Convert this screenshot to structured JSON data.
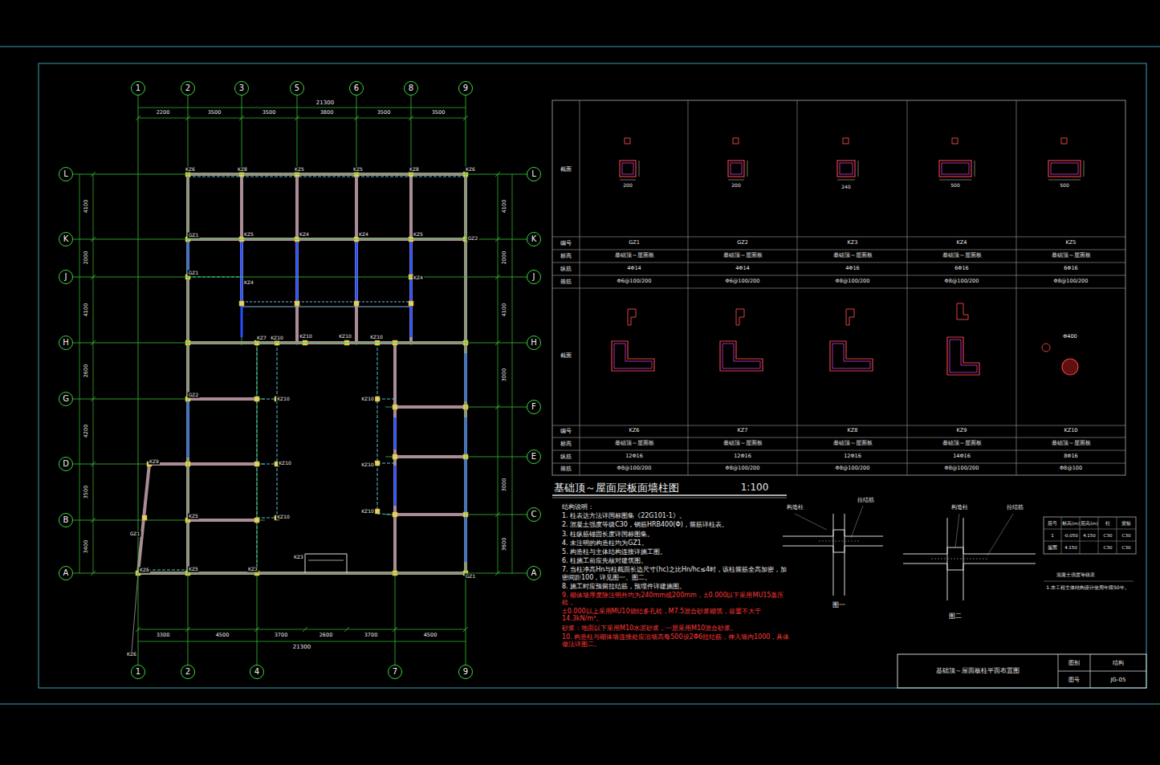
{
  "diagram": {
    "title": "基础顶～屋面层板面墙柱图",
    "nodes": [
      {
        "text": [
          "1"
        ]
      },
      {
        "text": [
          "2"
        ]
      },
      {
        "text": [
          "3"
        ]
      },
      {
        "text": [
          "5"
        ]
      },
      {
        "text": [
          "6"
        ]
      },
      {
        "text": [
          "8"
        ]
      },
      {
        "text": [
          "9"
        ]
      },
      {
        "text": [
          "L"
        ]
      },
      {
        "text": [
          "L"
        ]
      },
      {
        "text": [
          "K"
        ]
      },
      {
        "text": [
          "K"
        ]
      },
      {
        "text": [
          "J"
        ]
      },
      {
        "text": [
          "J"
        ]
      },
      {
        "text": [
          "H"
        ]
      },
      {
        "text": [
          "H"
        ]
      },
      {
        "text": [
          "G"
        ]
      },
      {
        "text": [
          "F"
        ]
      },
      {
        "text": [
          "D"
        ]
      },
      {
        "text": [
          "E"
        ]
      },
      {
        "text": [
          "C"
        ]
      },
      {
        "text": [
          "B"
        ]
      },
      {
        "text": [
          "A"
        ]
      },
      {
        "text": [
          "A"
        ]
      },
      {
        "text": [
          "1"
        ]
      },
      {
        "text": [
          "2"
        ]
      },
      {
        "text": [
          "4"
        ]
      },
      {
        "text": [
          "7"
        ]
      },
      {
        "text": [
          "9"
        ]
      }
    ],
    "edges": [
      {
        "from": 0,
        "to": 23,
        "arrow": "none"
      },
      {
        "from": 1,
        "to": 24,
        "arrow": "none"
      },
      {
        "from": 6,
        "to": 27,
        "arrow": "none"
      },
      {
        "from": 7,
        "to": 8,
        "arrow": "none"
      },
      {
        "from": 9,
        "to": 10,
        "arrow": "none"
      },
      {
        "from": 11,
        "to": 12,
        "arrow": "none"
      },
      {
        "from": 13,
        "to": 14,
        "arrow": "none"
      },
      {
        "from": 21,
        "to": 22,
        "arrow": "none"
      }
    ],
    "labels": [
      "21300",
      "2200",
      "3500",
      "3500",
      "3800",
      "3500",
      "3500",
      "3300",
      "4500",
      "3700",
      "2600",
      "3700",
      "4500",
      "21300",
      "4100",
      "2000",
      "4100",
      "2600",
      "4200",
      "3500",
      "3400",
      "4100",
      "2000",
      "4100",
      "3000",
      "3000",
      "3600",
      "KZ6",
      "KZ8",
      "KZ5",
      "KZ5",
      "KZ8",
      "KZ6",
      "GZ1",
      "KZ5",
      "KZ4",
      "KZ4",
      "KZ5",
      "GZ2",
      "GZ1",
      "KZ4",
      "KZ4",
      "KZ7",
      "KZ10",
      "KZ10",
      "KZ10",
      "KZ10",
      "GZ2",
      "KZ10",
      "KZ10",
      "KZ10",
      "KZ10",
      "KZ9",
      "GZ1",
      "KZ5",
      "KZ10",
      "KZ10",
      "KZ6",
      "KZ5",
      "KZ3",
      "KZ3",
      "GZ1",
      "KZ6",
      "截面",
      "编号",
      "标高",
      "纵筋",
      "箍筋",
      "GZ1",
      "GZ2",
      "KZ3",
      "KZ4",
      "KZ5",
      "基础顶～屋面板",
      "基础顶～屋面板",
      "基础顶～屋面板",
      "基础顶～屋面板",
      "基础顶～屋面板",
      "4Φ14",
      "4Φ14",
      "4Φ16",
      "6Φ16",
      "6Φ16",
      "Φ6@100/200",
      "Φ6@100/200",
      "Φ8@100/200",
      "Φ8@100/200",
      "Φ8@100/200",
      "200",
      "200",
      "240",
      "500",
      "500",
      "截面",
      "编号",
      "标高",
      "纵筋",
      "箍筋",
      "KZ6",
      "KZ7",
      "KZ8",
      "KZ9",
      "KZ10",
      "基础顶～屋面板",
      "基础顶～屋面板",
      "基础顶～屋面板",
      "基础顶～屋面板",
      "基础顶～屋面板",
      "12Φ16",
      "12Φ16",
      "12Φ16",
      "14Φ16",
      "8Φ16",
      "Φ8@100/200",
      "Φ8@100/200",
      "Φ8@100/200",
      "Φ8@100/200",
      "Φ8@100",
      "Φ400",
      "1:100",
      "结构说明：",
      "1. 柱表达方法详国标图集《22G101-1》。",
      "2. 混凝土强度等级C30，钢筋HRB400(Φ)，箍筋详柱表。",
      "3. 柱纵筋锚固长度详国标图集。",
      "4. 未注明的构造柱均为GZ1。",
      "5. 构造柱与主体结构连接详施工图。",
      "6. 柱施工前应先核对建筑图。",
      "7. 当柱净高Hn与柱截面长边尺寸(hc)之比Hn/hc≤4时，该柱箍筋全高加密，加密间距100，详见图一、图二。",
      "8. 施工时应预留拉结筋，预埋件详建施图。",
      "9. 砌体墙厚度除注明外均为240mm或200mm，±0.000以下采用MU15蒸压砖，",
      "±0.000以上采用MU10烧结多孔砖，M7.5混合砂浆砌筑，容重不大于14.3kN/m³。",
      "砂浆：地面以下采用M10水泥砂浆，一层采用M10混合砂浆。",
      "10. 构造柱与砌体墙连接处应沿墙高每500设2Φ6拉结筋，伸入墙内1000，具体做法详图二。",
      "图一",
      "图二",
      "构造柱",
      "拉结筋",
      "构造柱",
      "拉结筋",
      "层号",
      "标高(m)",
      "层高(m)",
      "柱",
      "梁板",
      "1",
      "-0.050",
      "4.150",
      "C30",
      "C30",
      "屋面",
      "4.150",
      "C30",
      "C30",
      "混凝土强度等级表",
      "1.本工程主体结构设计使用年限50年。",
      "基础顶～屋面板柱平面布置图",
      "图别",
      "结构",
      "图号",
      "JG-05"
    ]
  }
}
